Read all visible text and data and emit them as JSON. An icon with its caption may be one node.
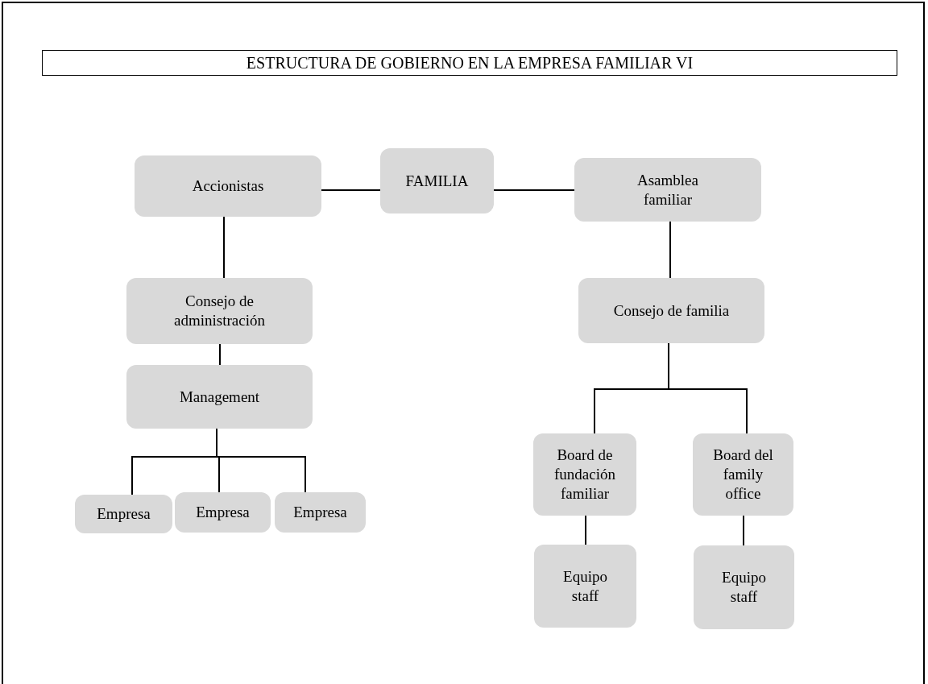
{
  "diagram": {
    "title": "ESTRUCTURA DE GOBIERNO EN LA EMPRESA FAMILIAR VI",
    "nodes": [
      {
        "text": [
          "FAMILIA"
        ]
      },
      {
        "text": [
          "Accionistas"
        ]
      },
      {
        "text": [
          "Asamblea familiar"
        ]
      },
      {
        "text": [
          "Consejo de administración"
        ]
      },
      {
        "text": [
          "Management"
        ]
      },
      {
        "text": [
          "Empresa"
        ]
      },
      {
        "text": [
          "Empresa"
        ]
      },
      {
        "text": [
          "Empresa"
        ]
      },
      {
        "text": [
          "Consejo de familia"
        ]
      },
      {
        "text": [
          "Board de fundación familiar"
        ]
      },
      {
        "text": [
          "Board del family office"
        ]
      },
      {
        "text": [
          "Equipo staff"
        ]
      },
      {
        "text": [
          "Equipo staff"
        ]
      }
    ],
    "edges": [
      {
        "from": 0,
        "to": 1,
        "arrow": "none"
      },
      {
        "from": 0,
        "to": 2,
        "arrow": "none"
      },
      {
        "from": 1,
        "to": 3,
        "arrow": "none"
      },
      {
        "from": 3,
        "to": 4,
        "arrow": "none"
      },
      {
        "from": 4,
        "to": 5,
        "arrow": "none"
      },
      {
        "from": 4,
        "to": 6,
        "arrow": "none"
      },
      {
        "from": 4,
        "to": 7,
        "arrow": "none"
      },
      {
        "from": 2,
        "to": 8,
        "arrow": "none"
      },
      {
        "from": 8,
        "to": 9,
        "arrow": "none"
      },
      {
        "from": 8,
        "to": 10,
        "arrow": "none"
      },
      {
        "from": 9,
        "to": 11,
        "arrow": "none"
      },
      {
        "from": 10,
        "to": 12,
        "arrow": "none"
      }
    ]
  }
}
